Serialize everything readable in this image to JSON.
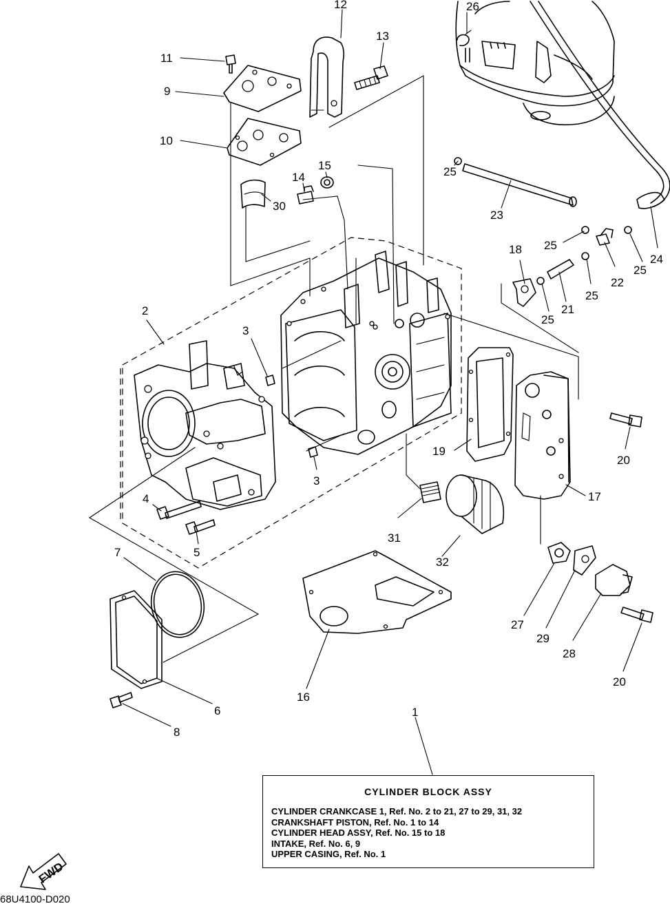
{
  "diagram": {
    "callouts": [
      {
        "id": "c12",
        "text": "12"
      },
      {
        "id": "c13",
        "text": "13"
      },
      {
        "id": "c26",
        "text": "26"
      },
      {
        "id": "c11",
        "text": "11"
      },
      {
        "id": "c9",
        "text": "9"
      },
      {
        "id": "c10",
        "text": "10"
      },
      {
        "id": "c14",
        "text": "14"
      },
      {
        "id": "c15",
        "text": "15"
      },
      {
        "id": "c30",
        "text": "30"
      },
      {
        "id": "c25a",
        "text": "25"
      },
      {
        "id": "c23",
        "text": "23"
      },
      {
        "id": "c24",
        "text": "24"
      },
      {
        "id": "c25b",
        "text": "25"
      },
      {
        "id": "c18",
        "text": "18"
      },
      {
        "id": "c22",
        "text": "22"
      },
      {
        "id": "c25c",
        "text": "25"
      },
      {
        "id": "c25d",
        "text": "25"
      },
      {
        "id": "c21",
        "text": "21"
      },
      {
        "id": "c25e",
        "text": "25"
      },
      {
        "id": "c2",
        "text": "2"
      },
      {
        "id": "c3a",
        "text": "3"
      },
      {
        "id": "c3b",
        "text": "3"
      },
      {
        "id": "c19",
        "text": "19"
      },
      {
        "id": "c20a",
        "text": "20"
      },
      {
        "id": "c17",
        "text": "17"
      },
      {
        "id": "c4",
        "text": "4"
      },
      {
        "id": "c5",
        "text": "5"
      },
      {
        "id": "c31",
        "text": "31"
      },
      {
        "id": "c32",
        "text": "32"
      },
      {
        "id": "c7",
        "text": "7"
      },
      {
        "id": "c27",
        "text": "27"
      },
      {
        "id": "c29",
        "text": "29"
      },
      {
        "id": "c28",
        "text": "28"
      },
      {
        "id": "c20b",
        "text": "20"
      },
      {
        "id": "c16",
        "text": "16"
      },
      {
        "id": "c6",
        "text": "6"
      },
      {
        "id": "c8",
        "text": "8"
      },
      {
        "id": "c1",
        "text": "1"
      }
    ],
    "legend": {
      "title": "CYLINDER  BLOCK ASSY",
      "lines": [
        "CYLINDER CRANKCASE 1, Ref. No. 2 to 21, 27 to 29, 31, 32",
        "CRANKSHAFT PISTON,  Ref. No. 1 to 14",
        "CYLINDER HEAD ASSY,  Ref. No. 15 to 18",
        "INTAKE,  Ref. No. 6, 9",
        "UPPER CASING, Ref. No. 1"
      ]
    },
    "fwd_label": "FWD",
    "reference_code": "68U4100-D020"
  }
}
